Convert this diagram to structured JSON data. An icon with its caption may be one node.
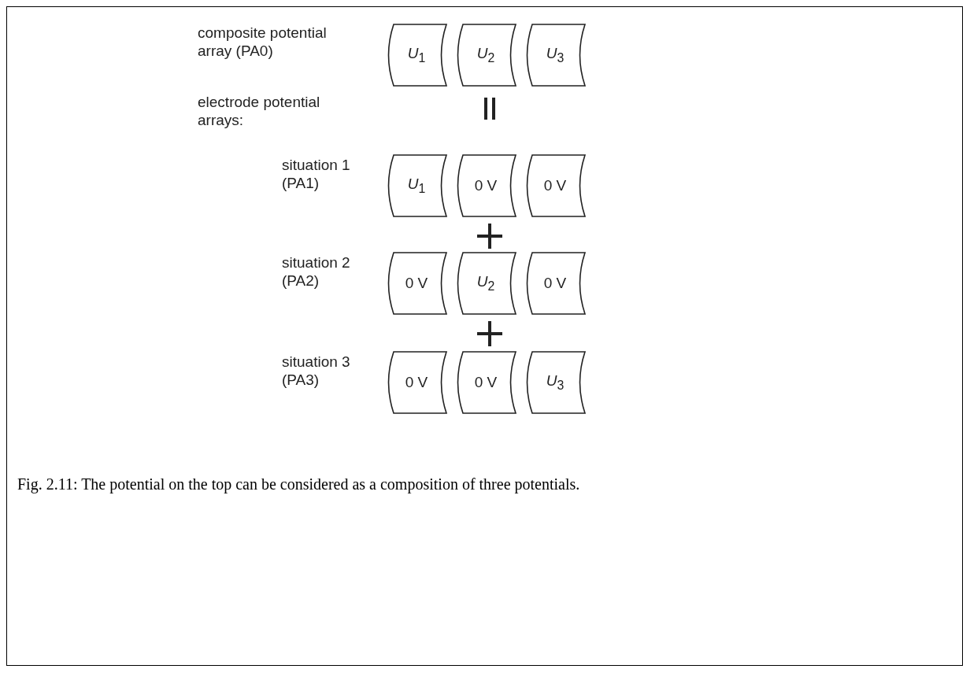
{
  "diagram": {
    "caption": "Fig. 2.11: The potential on the top can be considered as a composition of three potentials.",
    "nodes": [
      {
        "text": [
          "*U*$_{1}$"
        ]
      },
      {
        "text": [
          "*U*$_{2}$"
        ]
      },
      {
        "text": [
          "*U*$_{3}$"
        ]
      },
      {
        "text": [
          "*U*$_{1}$"
        ]
      },
      {
        "text": [
          "0 V"
        ]
      },
      {
        "text": [
          "0 V"
        ]
      },
      {
        "text": [
          "0 V"
        ]
      },
      {
        "text": [
          "*U*$_{2}$"
        ]
      },
      {
        "text": [
          "0 V"
        ]
      },
      {
        "text": [
          "0 V"
        ]
      },
      {
        "text": [
          "0 V"
        ]
      },
      {
        "text": [
          "*U*$_{3}$"
        ]
      }
    ],
    "labels": [
      "composite potential array (PA0)",
      "electrode potential arrays:",
      "situation 1 (PA1)",
      "situation 2 (PA2)",
      "situation 3 (PA3)"
    ]
  }
}
